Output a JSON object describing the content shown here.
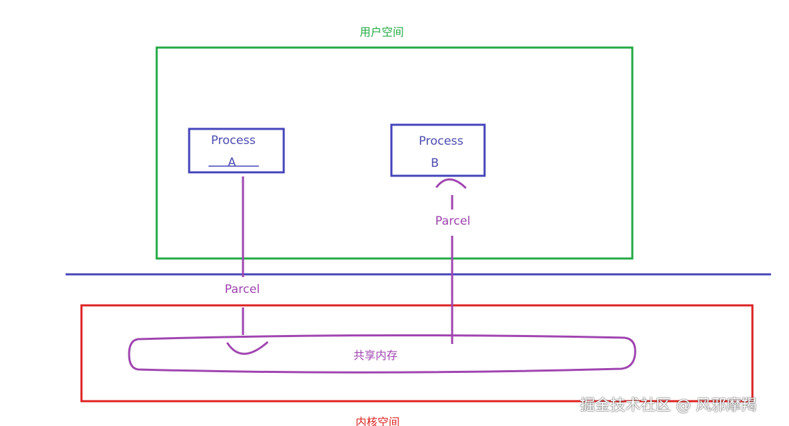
{
  "user_space": {
    "label": "用户空间"
  },
  "kernel_space": {
    "label": "内核空间"
  },
  "process_a": {
    "title": "Process",
    "name": "A"
  },
  "process_b": {
    "title": "Process",
    "name": "B"
  },
  "flow_a": {
    "label": "Parcel"
  },
  "flow_b": {
    "label": "Parcel"
  },
  "shared_memory": {
    "label": "共享内存"
  },
  "watermark": {
    "text": "掘金技术社区 @ 风邪摩羯"
  },
  "colors": {
    "user_space_border": "#22aa44",
    "kernel_space_border": "#dd2222",
    "divider": "#4444bb",
    "process_border": "#4444bb",
    "parcel_line": "#a045b0"
  }
}
